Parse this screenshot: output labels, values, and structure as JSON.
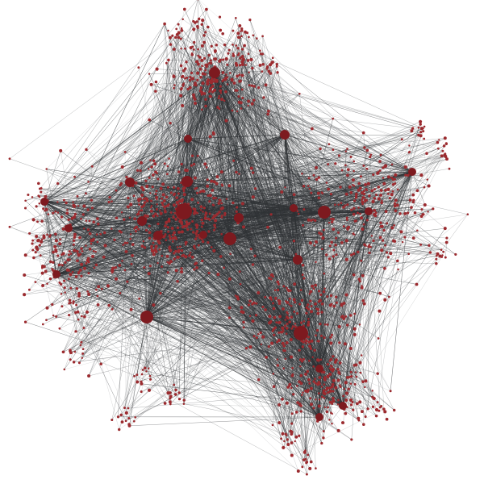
{
  "diagram": {
    "type": "network-graph",
    "style": {
      "background": "#ffffff",
      "node_color": "#9b2b2f",
      "hub_color": "#7d1a1f",
      "edge_color": "#2f3235"
    },
    "clusters": [
      {
        "id": "top"
      },
      {
        "id": "left-core"
      },
      {
        "id": "right"
      },
      {
        "id": "lower-middle"
      },
      {
        "id": "bottom"
      },
      {
        "id": "far-left"
      }
    ],
    "hubs": [
      {
        "id": "h1",
        "cluster": "left-core"
      },
      {
        "id": "h2",
        "cluster": "lower-middle"
      },
      {
        "id": "h3",
        "cluster": "right"
      },
      {
        "id": "h4",
        "cluster": "left-core"
      },
      {
        "id": "h5",
        "cluster": "top"
      },
      {
        "id": "h6",
        "cluster": "bottom"
      }
    ]
  }
}
